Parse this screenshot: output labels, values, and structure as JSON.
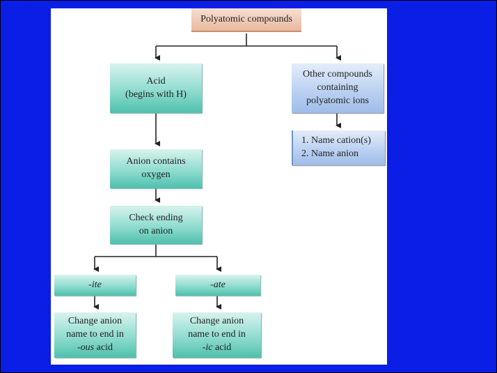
{
  "diagram": {
    "root": "Polyatomic compounds",
    "acid": {
      "line1": "Acid",
      "line2": "(begins with H)"
    },
    "other": {
      "line1": "Other compounds",
      "line2": "containing",
      "line3": "polyatomic ions"
    },
    "steps": {
      "item1": "1.  Name cation(s)",
      "item2": "2.  Name anion"
    },
    "anion_oxygen": {
      "line1": "Anion contains",
      "line2": "oxygen"
    },
    "check_ending": {
      "line1": "Check ending",
      "line2": "on anion"
    },
    "ite": {
      "label": "-ite"
    },
    "ate": {
      "label": "-ate"
    },
    "ite_rule": {
      "line1": "Change anion",
      "line2": "name to end in",
      "suffix": "-ous",
      "rest": " acid"
    },
    "ate_rule": {
      "line1": "Change anion",
      "line2": "name to end in",
      "suffix": "-ic",
      "rest": " acid"
    }
  },
  "colors": {
    "background": "#0a1ee6",
    "teal": "#4fc0ac",
    "blue": "#9fbde9",
    "salmon": "#e9b99e"
  }
}
